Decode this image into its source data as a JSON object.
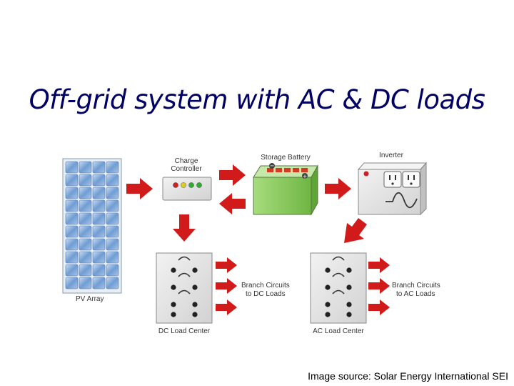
{
  "title": "Off-grid system with AC & DC loads",
  "credit": "Image source: Solar Energy International SEI",
  "components": {
    "pv_array": "PV Array",
    "charge_controller": [
      "Charge",
      "Controller"
    ],
    "storage_battery": "Storage Battery",
    "inverter": "Inverter",
    "dc_load_center": "DC Load Center",
    "ac_load_center": "AC Load Center",
    "dc_branch": [
      "Branch Circuits",
      "to DC Loads"
    ],
    "ac_branch": [
      "Branch Circuits",
      "to AC Loads"
    ]
  },
  "battery_terminals": {
    "negative": "−",
    "positive": "+"
  },
  "colors": {
    "title": "#000066",
    "arrow": "#d11a1a",
    "battery": "#8fce62",
    "panel_cell": "#7fa9d8",
    "box": "#e4e4e4",
    "controller_leds": [
      "#cc2222",
      "#ddcc22",
      "#33aa33",
      "#33aa33"
    ]
  }
}
